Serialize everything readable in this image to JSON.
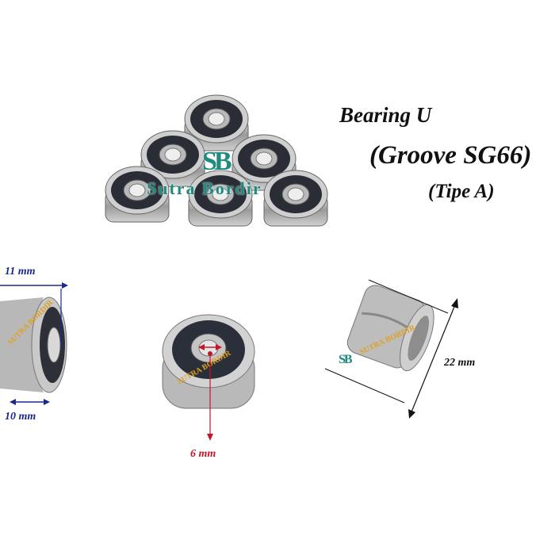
{
  "title": {
    "line1": "Bearing U",
    "line2": "(Groove SG66)",
    "line3": "(Tipe A)"
  },
  "watermark": {
    "logo": "SB",
    "brand": "Sutra Bordir",
    "small": "SUTRA BORDIR"
  },
  "dimensions": {
    "outer_width": "11 mm",
    "groove_width": "10 mm",
    "bore": "6 mm",
    "diameter": "22 mm"
  },
  "colors": {
    "dim_blue": "#1a2a8a",
    "dim_red": "#c0182a",
    "dim_black": "#111111",
    "watermark_teal": "#1f8a7e",
    "watermark_orange": "#e0a020"
  }
}
